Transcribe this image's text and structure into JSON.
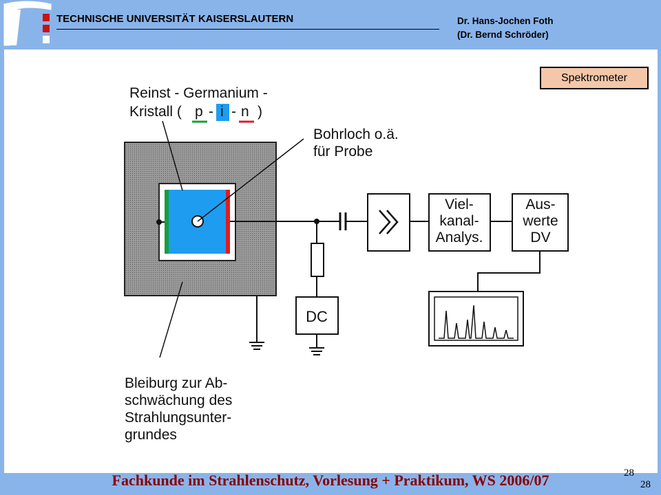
{
  "header": {
    "university": "TECHNISCHE UNIVERSITÄT KAISERSLAUTERN",
    "author_line1": "Dr. Hans-Jochen Foth",
    "author_line2": "(Dr. Bernd Schröder)"
  },
  "badge": {
    "label": "Spektrometer"
  },
  "diagram": {
    "crystal_label_line1": "Reinst - Germanium -",
    "crystal_label_prefix": "Kristall (",
    "p": "p",
    "dash1": "-",
    "i": "i",
    "dash2": "-",
    "n": "n",
    "close": ")",
    "hole_label_line1": "Bohrloch o.ä.",
    "hole_label_line2": "für Probe",
    "amp_symbol": "»",
    "mca_line1": "Viel-",
    "mca_line2": "kanal-",
    "mca_line3": "Analys.",
    "eval_line1": "Aus-",
    "eval_line2": "werte",
    "eval_line3": "DV",
    "dc_label": "DC",
    "shield_line1": "Bleiburg zur Ab-",
    "shield_line2": "schwächung des",
    "shield_line3": "Strahlungsunter-",
    "shield_line4": "grundes"
  },
  "footer": {
    "title": "Fachkunde im Strahlenschutz, Vorlesung + Praktikum, WS 2006/07",
    "page_a": "28",
    "page_b": "28"
  },
  "colors": {
    "background": "#89b4ea",
    "crystal": "#1e9df0",
    "p_layer": "#1a9e3a",
    "n_layer": "#e01b24",
    "shield": "#8a8a8a",
    "footer_text": "#8a0000",
    "badge_fill": "#f4c7a9"
  }
}
